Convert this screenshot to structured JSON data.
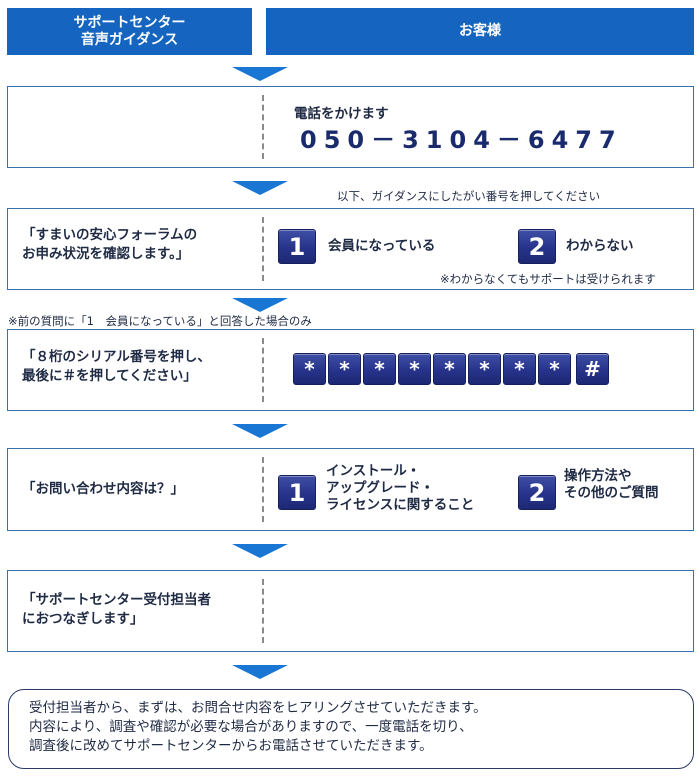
{
  "header": {
    "left": "サポートセンター\n音声ガイダンス",
    "right": "お客様"
  },
  "step1": {
    "call_label": "電話をかけます",
    "phone": "050－3104－6477"
  },
  "guidance_note": "以下、ガイダンスにしたがい番号を押してください",
  "step2": {
    "question": "「すまいの安心フォーラムの\n お申み状況を確認します。」",
    "options": [
      {
        "key": "1",
        "label": "会員になっている"
      },
      {
        "key": "2",
        "label": "わからない"
      }
    ],
    "note": "※わからなくてもサポートは受けられます"
  },
  "step3_condition": "※前の質問に「1　会員になっている」と回答した場合のみ",
  "step3": {
    "question": "「８桁のシリアル番号を押し、\n 最後に＃を押してください」",
    "keys": [
      "*",
      "*",
      "*",
      "*",
      "*",
      "*",
      "*",
      "*",
      "#"
    ]
  },
  "step4": {
    "question": "「お問い合わせ内容は？」",
    "options": [
      {
        "key": "1",
        "label": "インストール・\nアップグレード・\nライセンスに関すること"
      },
      {
        "key": "2",
        "label": "操作方法や\nその他のご質問"
      }
    ]
  },
  "step5": {
    "question": "「サポートセンター受付担当者\n におつなぎします」"
  },
  "footer_note": "受付担当者から、まずは、お問合せ内容をヒアリングさせていただきます。\n内容により、調査や確認が必要な場合がありますので、一度電話を切り、\n調査後に改めてサポートセンターからお電話させていただきます。",
  "colors": {
    "header_bg": "#1565c0",
    "arrow": "#1976d2",
    "key_bg": "#27338a",
    "box_border": "#3a6fb0"
  }
}
